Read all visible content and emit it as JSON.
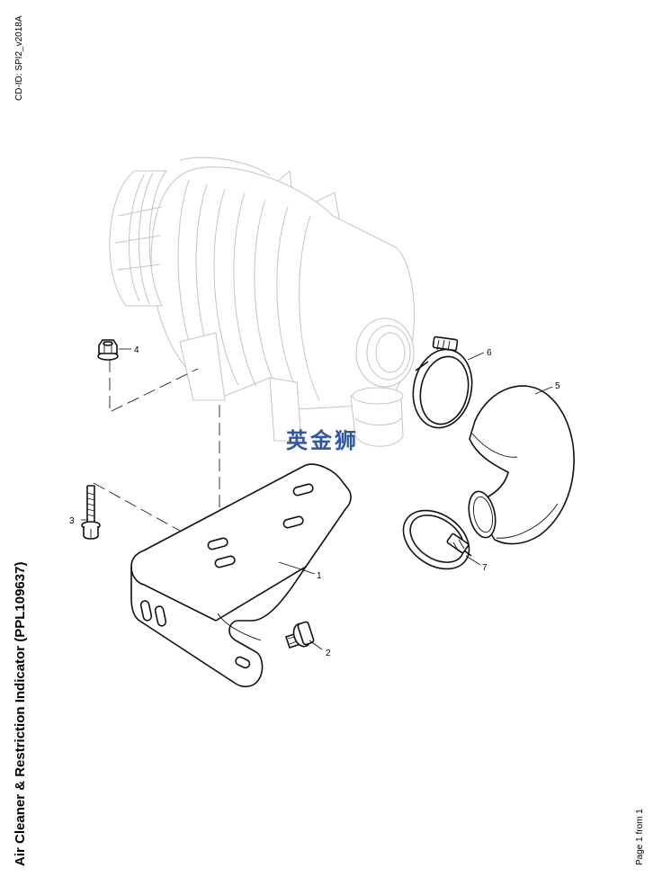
{
  "header": {
    "cd_id": "CD-ID: SPI2_v2018A"
  },
  "title": "Air Cleaner & Restriction Indicator (PPL109637)",
  "footer": {
    "pagination": "Page 1 from 1"
  },
  "watermark": {
    "text": "英金狮",
    "color": "#2f56a8"
  },
  "callouts": [
    {
      "id": "1",
      "part": "bracket"
    },
    {
      "id": "2",
      "part": "flange-bolt"
    },
    {
      "id": "3",
      "part": "bolt"
    },
    {
      "id": "4",
      "part": "nut"
    },
    {
      "id": "5",
      "part": "elbow-hose"
    },
    {
      "id": "6",
      "part": "hose-clamp"
    },
    {
      "id": "7",
      "part": "hose-clamp"
    }
  ]
}
